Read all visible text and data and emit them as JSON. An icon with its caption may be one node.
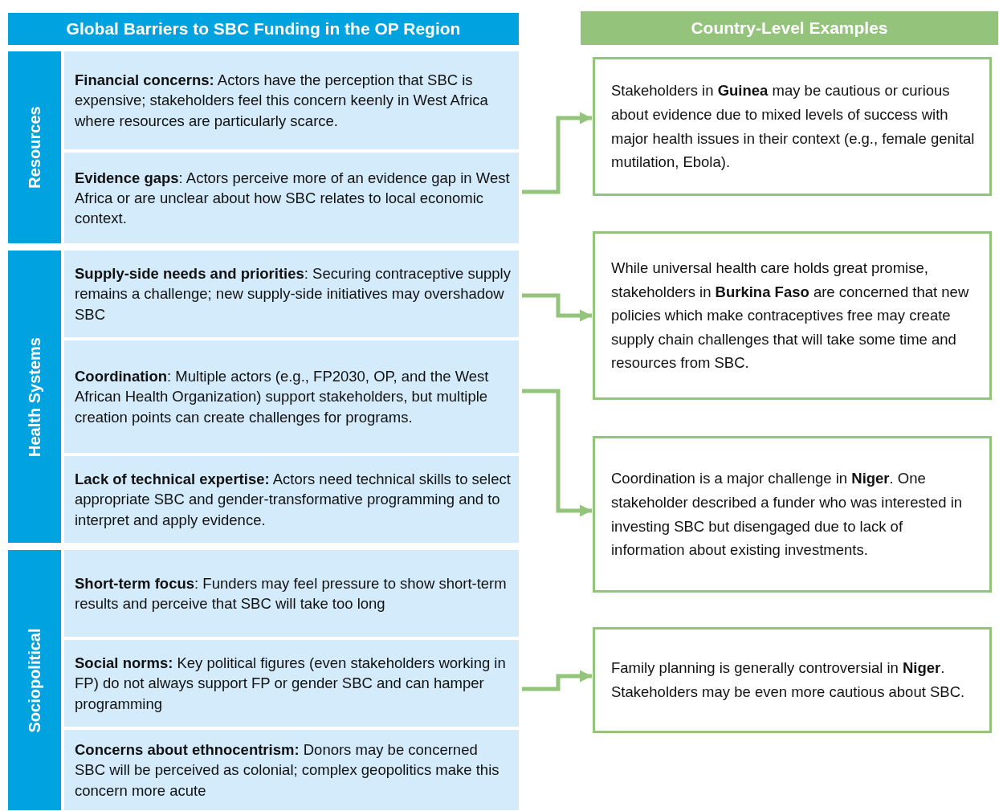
{
  "diagram": {
    "nodes": [
      {
        "text": [
          "Global Barriers to SBC Funding in the OP Region"
        ]
      },
      {
        "text": [
          "Country-Level Examples"
        ]
      },
      {
        "text": [
          "Resources"
        ]
      },
      {
        "text": [
          "Health Systems"
        ]
      },
      {
        "text": [
          "Sociopolitical"
        ]
      },
      {
        "text": [
          "**Financial concerns:** Actors have the perception that SBC is expensive; stakeholders feel this concern keenly in West Africa where resources are particularly scarce."
        ]
      },
      {
        "text": [
          "**Evidence gaps**: Actors perceive more of an evidence gap in West Africa or are unclear about how SBC relates to local economic context."
        ]
      },
      {
        "text": [
          "**Supply-side needs and priorities**: Securing contraceptive supply remains a challenge; new supply-side initiatives may overshadow SBC"
        ]
      },
      {
        "text": [
          "**Coordination**: Multiple actors (e.g., FP2030, OP, and the West African Health Organization) support stakeholders, but multiple creation points can create challenges for programs."
        ]
      },
      {
        "text": [
          "**Lack of technical expertise:** Actors need technical skills to select appropriate SBC and gender-transformative programming and to interpret and apply evidence."
        ]
      },
      {
        "text": [
          "**Short-term focus**: Funders may feel pressure to show short-term results and perceive that SBC will take too long"
        ]
      },
      {
        "text": [
          "**Social norms:** Key political figures (even stakeholders working in FP) do not always support FP or gender SBC and can hamper programming"
        ]
      },
      {
        "text": [
          "**Concerns about ethnocentrism:** Donors may be concerned SBC will be perceived as colonial; complex geopolitics make this concern more acute"
        ]
      },
      {
        "text": [
          "Stakeholders in **Guinea** may be cautious or curious about evidence due to mixed levels of success with major health issues in their context (e.g., female genital mutilation, Ebola)."
        ]
      },
      {
        "text": [
          "While universal health care holds great promise, stakeholders in **Burkina Faso** are concerned that new policies which make contraceptives free may create supply chain challenges that will take some time and resources from SBC."
        ]
      },
      {
        "text": [
          "Coordination is a major challenge in **Niger**. One stakeholder described a funder who was interested in investing SBC but disengaged due to lack of information about existing investments."
        ]
      },
      {
        "text": [
          "Family planning is generally controversial in **Niger**. Stakeholders may be even more cautious about SBC."
        ]
      }
    ],
    "edges": [
      {
        "from": 6,
        "to": 13,
        "arrow": "to"
      },
      {
        "from": 7,
        "to": 14,
        "arrow": "to"
      },
      {
        "from": 8,
        "to": 15,
        "arrow": "to"
      },
      {
        "from": 11,
        "to": 16,
        "arrow": "to"
      }
    ]
  }
}
